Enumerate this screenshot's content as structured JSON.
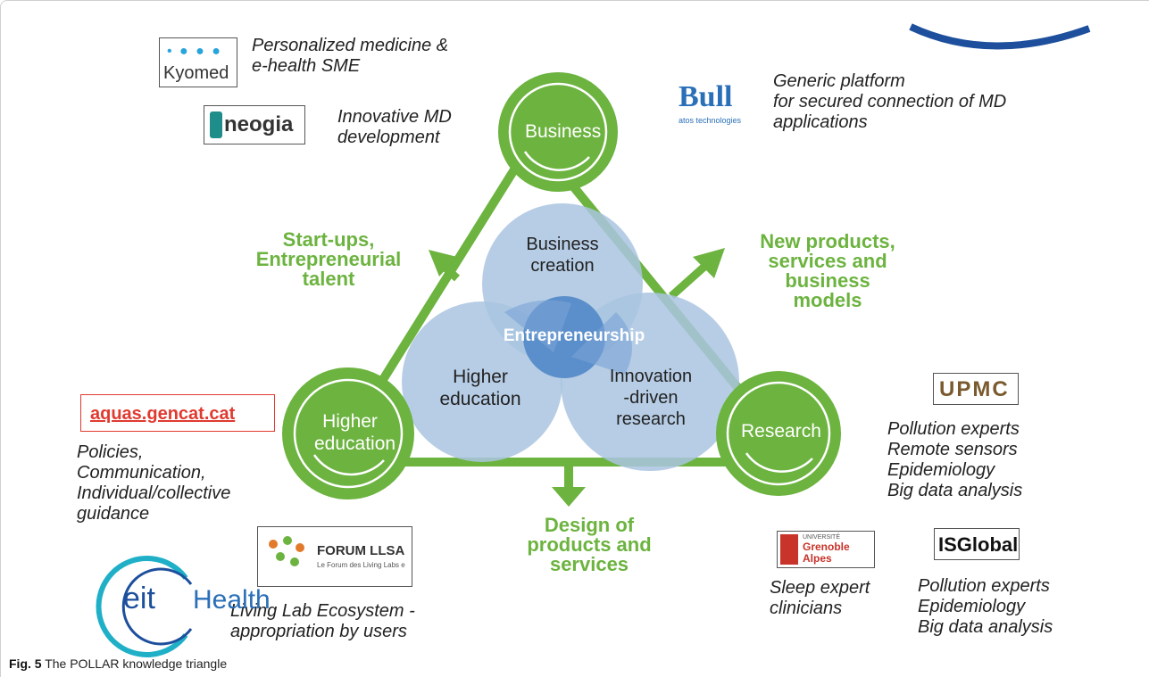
{
  "caption": {
    "label": "Fig. 5",
    "text": "The POLLAR knowledge triangle"
  },
  "nodes": {
    "business": "Business",
    "higher_education": "Higher\neducation",
    "research": "Research"
  },
  "circles": {
    "business_creation": "Business\ncreation",
    "higher_education": "Higher\neducation",
    "innovation_research": "Innovation\n-driven\nresearch",
    "center": "Entrepreneurship"
  },
  "arrows": {
    "startups": "Start-ups,\nEntrepreneurial\ntalent",
    "new_products": "New products,\nservices and\nbusiness\nmodels",
    "design": "Design of\nproducts and\nservices"
  },
  "partners": {
    "kyomed": {
      "logo": "Kyomed",
      "desc": "Personalized medicine &\ne-health SME"
    },
    "neogia": {
      "logo": "neogia",
      "desc": "Innovative MD\ndevelopment"
    },
    "bull": {
      "logo": "Bull",
      "logo_sub": "atos technologies",
      "desc": "Generic platform\nfor secured connection of MD\napplications"
    },
    "aquas": {
      "logo": "aquas.gencat.cat",
      "desc": "Policies,\nCommunication,\nIndividual/collective\nguidance"
    },
    "forum": {
      "logo": "FORUM LLSA",
      "logo_sub": "Le Forum des Living Labs e",
      "desc": "Living Lab Ecosystem -\nappropriation by users"
    },
    "eit": {
      "logo": "eit",
      "logo_word": "Health"
    },
    "upmc": {
      "logo": "UPMC",
      "desc": "Pollution experts\nRemote sensors\nEpidemiology\nBig data analysis"
    },
    "grenoble": {
      "logo_top": "UNIVERSITÉ",
      "logo": "Grenoble\nAlpes",
      "desc": "Sleep expert\nclinicians"
    },
    "isglobal": {
      "logo": "ISGlobal",
      "desc": "Pollution experts\nEpidemiology\nBig data analysis"
    }
  },
  "colors": {
    "green": "#6cb33f",
    "circle_blue": "#a9c4e0",
    "overlap_blue": "#5b8fcb",
    "arc_blue": "#1d4f9c"
  }
}
